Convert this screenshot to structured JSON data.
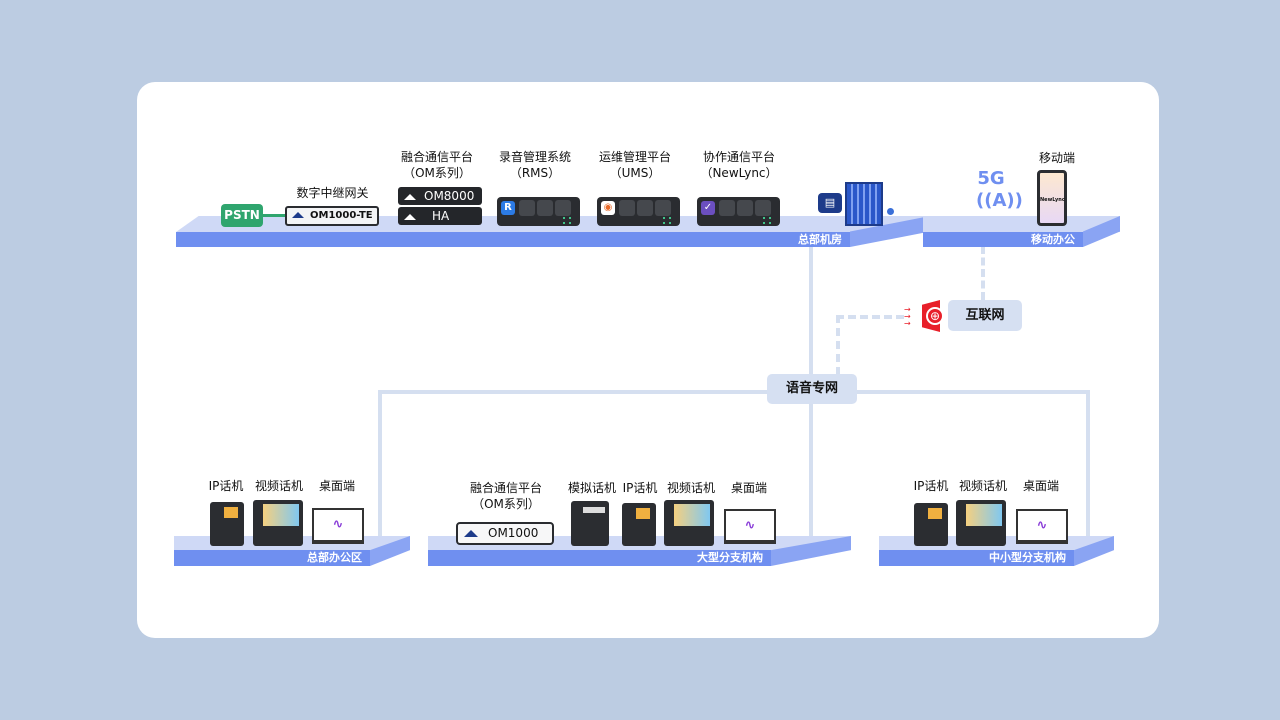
{
  "hq_room": {
    "label": "总部机房",
    "pstn": "PSTN",
    "gateway_title": "数字中继网关",
    "gateway_model": "OM1000-TE",
    "om_title": "融合通信平台",
    "om_sub": "（OM系列）",
    "om_model": "OM8000",
    "om_ha": "HA",
    "rms_title": "录音管理系统",
    "rms_sub": "（RMS）",
    "ums_title": "运维管理平台",
    "ums_sub": "（UMS）",
    "newlync_title": "协作通信平台",
    "newlync_sub": "（NewLync）"
  },
  "mobile": {
    "label": "移动办公",
    "title": "移动端",
    "network": "5G",
    "app": "NewLync"
  },
  "internet": {
    "label": "互联网"
  },
  "voice_network": {
    "label": "语音专网"
  },
  "hq_office": {
    "label": "总部办公区",
    "ip_phone": "IP话机",
    "video_phone": "视频话机",
    "desktop": "桌面端"
  },
  "large_branch": {
    "label": "大型分支机构",
    "om_title": "融合通信平台",
    "om_sub": "（OM系列）",
    "om_model": "OM1000",
    "analog_phone": "模拟话机",
    "ip_phone": "IP话机",
    "video_phone": "视频话机",
    "desktop": "桌面端"
  },
  "small_branch": {
    "label": "中小型分支机构",
    "ip_phone": "IP话机",
    "video_phone": "视频话机",
    "desktop": "桌面端"
  },
  "colors": {
    "bg": "#bccce2",
    "platform": "#6f8ff0",
    "pstn": "#2fa56e",
    "firewall": "#e8202a"
  }
}
